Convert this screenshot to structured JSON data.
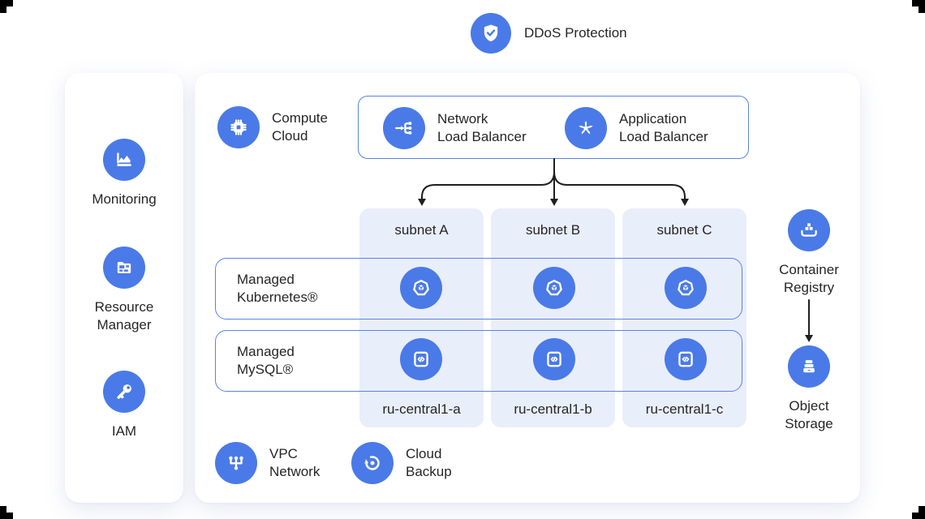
{
  "colors": {
    "accent_blue": "#4a7ae8",
    "box_border_blue": "#5b82e8",
    "subnet_column_bg": "#e9eefb",
    "arrow_color": "#1f1f1f",
    "text_color": "#262626",
    "panel_bg": "#ffffff"
  },
  "header": {
    "label": "DDoS Protection",
    "icon": "shield-check-icon"
  },
  "sidebar": {
    "items": [
      {
        "label": "Monitoring",
        "icon": "monitoring-chart-icon"
      },
      {
        "label": "Resource\nManager",
        "icon": "folder-blocks-icon"
      },
      {
        "label": "IAM",
        "icon": "key-icon"
      }
    ]
  },
  "main": {
    "compute": {
      "label": "Compute\nCloud",
      "icon": "cpu-chip-icon"
    },
    "load_balancers": [
      {
        "label": "Network\nLoad Balancer",
        "icon": "network-load-balancer-icon"
      },
      {
        "label": "Application\nLoad Balancer",
        "icon": "application-load-balancer-icon"
      }
    ],
    "subnets": [
      {
        "name": "subnet A",
        "zone": "ru-central1-a"
      },
      {
        "name": "subnet B",
        "zone": "ru-central1-b"
      },
      {
        "name": "subnet C",
        "zone": "ru-central1-c"
      }
    ],
    "service_rows": [
      {
        "label": "Managed\nKubernetes®",
        "icon": "kubernetes-icon"
      },
      {
        "label": "Managed\nMySQL®",
        "icon": "code-bracket-icon"
      }
    ],
    "footer_services": [
      {
        "label": "VPC\nNetwork",
        "icon": "vpc-network-icon"
      },
      {
        "label": "Cloud\nBackup",
        "icon": "restore-arrow-icon"
      }
    ]
  },
  "right_column": {
    "services": [
      {
        "label": "Container\nRegistry",
        "icon": "container-pallet-icon"
      },
      {
        "label": "Object\nStorage",
        "icon": "storage-drawers-icon"
      }
    ]
  }
}
